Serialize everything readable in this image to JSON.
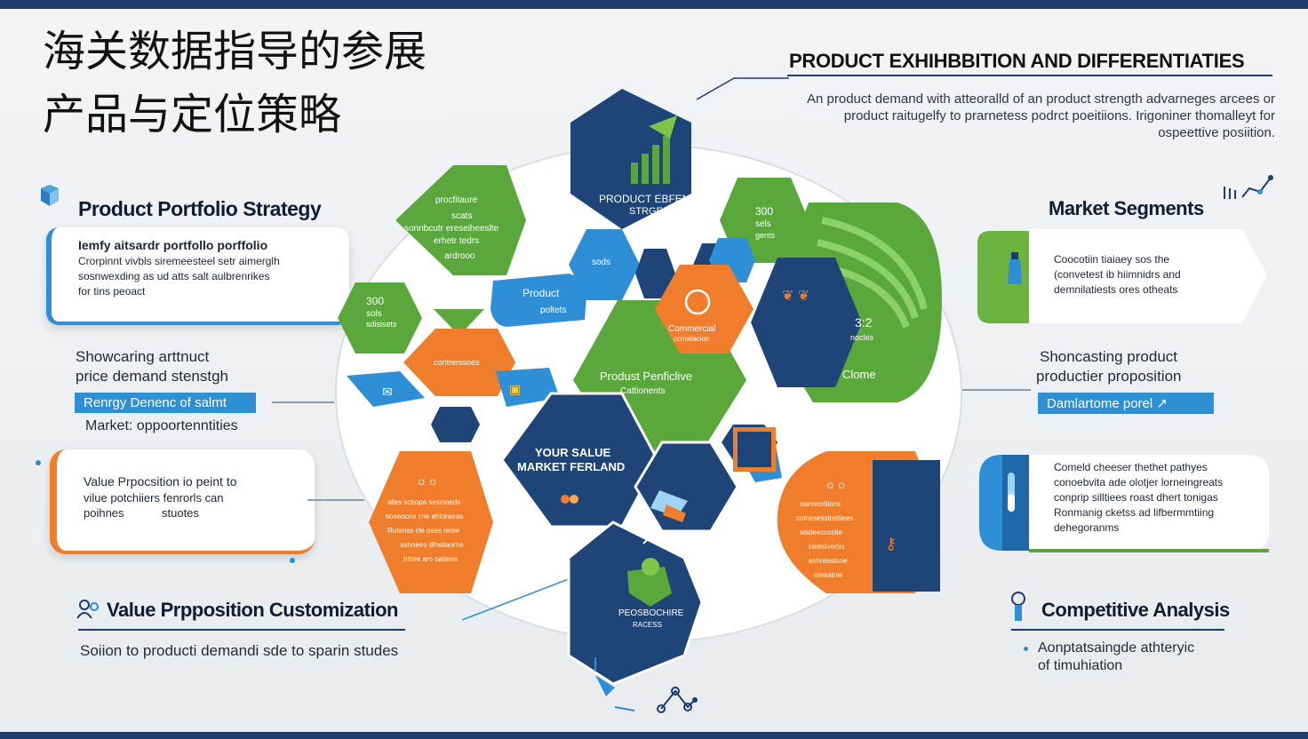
{
  "title_cn_line1": "海关数据指导的参展",
  "title_cn_line2": "产品与定位策略",
  "right_header": {
    "title": "PRODUCT EXHIHBBITION AND DIFFERENTIATIES",
    "line1": "An product demand with atteoralld of an product strength advarneges arcees or",
    "line2": "product raitugelfy to prarnetess podrct poeitiions. Irigoniner thomalleyt for",
    "line3": "ospeettive posiition."
  },
  "portfolio": {
    "title": "Product Portfolio Strategy",
    "card_bold": "Iemfy aitsardr portfollo porffolio",
    "card_l1": "Crorpinnt vivbls siremeesteel setr aimerglh",
    "card_l2": "sosnwexding as ud atts salt aulbrenrikes",
    "card_l3": "for tins peoact"
  },
  "left_mid": {
    "line1": "Showcaring arttnuct",
    "line2": "price demand stenstgh",
    "pill": "Renrgy Denenc of salmt",
    "line3": "Market: oppoortenntities"
  },
  "left_card2": {
    "l1": "Value Prpocsition io peint to",
    "l2": "vilue potchiiers fenrorls can",
    "l3a": "poihnes",
    "l3b": "stuotes"
  },
  "vp_custom": {
    "title": "Value Prpposition Customization",
    "text": "Soiion to producti demandi sde to sparin studes"
  },
  "market_segments": {
    "title": "Market Segments",
    "l1": "Coocotiin tiaiaey sos the",
    "l2": "(convetest ib hiimnidrs and",
    "l3": "demnilatiests ores otheats"
  },
  "right_mid": {
    "line1": "Shoncasting product",
    "line2": "productier proposition",
    "pill": "Damlartome porel"
  },
  "right_card2": {
    "l1": "Comeld cheeser thethet pathyes",
    "l2": "conoebvita ade olotjer lorneingreats",
    "l3": "conprip silltiees roast dhert tonigas",
    "l4": "Ronmanig cketss ad lifbermmtiing",
    "l5": "dehegoranms"
  },
  "competitive": {
    "title": "Competitive Analysis",
    "l1": "Aonptatsaingde athteryic",
    "l2": "of timuhiation"
  },
  "hexes": {
    "top_blue": [
      "PRODUCT EBFENEIID",
      "STRGEST"
    ],
    "green_tl": [
      "procfitaure",
      "scats",
      "sonnbcutr ereseiheeslte",
      "erhetr tedrs",
      "ardrooo"
    ],
    "green_small": [
      "300",
      "sols",
      "sdisisets"
    ],
    "blue_small": [
      "sods"
    ],
    "product_label": [
      "Product",
      "poltets"
    ],
    "orange_center": [
      "Commercial",
      "ccmatacion"
    ],
    "green_center": [
      "Produst Penficlive",
      "Cattionents"
    ],
    "orange_small": [
      "contrerssoes"
    ],
    "green_right_small": [
      "300",
      "sels",
      "gents"
    ],
    "blue_right": [
      "3:2",
      "nocles"
    ],
    "clone": "Clome",
    "center_dark": [
      "YOUR SALUE",
      "MARKET FERLAND"
    ],
    "orange_left": [
      "siles scbopa sesinoeds",
      "tioeaocns cne ehtoraeas",
      "Rutenss cle oses retee",
      "sahoees dihsitaorite",
      "ntites aro oatiees"
    ],
    "orange_right": [
      "ssesecrtiions",
      "coinesesstrettiees",
      "sisdeeccooiie",
      "caeisiveciis",
      "ashnissiisoe",
      "otesatnie"
    ],
    "bottom_dark": [
      "PEOSBOCHIRE",
      "RACESS"
    ]
  },
  "colors": {
    "navy": "#1e4478",
    "blue": "#2f8fd6",
    "green": "#5aa83b",
    "orange": "#ef7d2b",
    "dark_border": "#1d3c6b"
  }
}
